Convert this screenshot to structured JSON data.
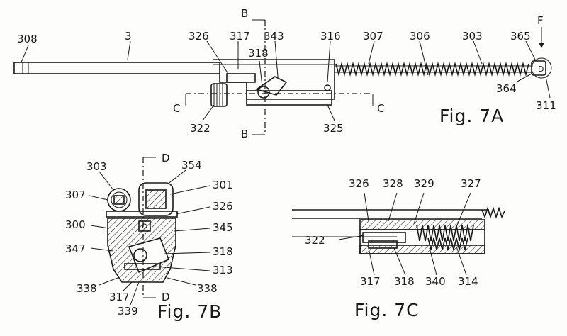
{
  "figures": {
    "fig7a": {
      "caption": "Fig. 7A",
      "labels": [
        "308",
        "3",
        "326",
        "317",
        "343",
        "318",
        "316",
        "307",
        "306",
        "303",
        "365",
        "311",
        "364",
        "322",
        "325"
      ],
      "section_marks": {
        "b_top": "B",
        "b_bottom": "B",
        "c_left": "C",
        "c_right": "C",
        "f": "F",
        "d_circle": "D"
      }
    },
    "fig7b": {
      "caption": "Fig. 7B",
      "labels": [
        "303",
        "354",
        "301",
        "307",
        "326",
        "300",
        "345",
        "347",
        "318",
        "313",
        "338",
        "317",
        "339",
        "338"
      ],
      "section_marks": {
        "d_top": "D",
        "d_bottom": "D"
      }
    },
    "fig7c": {
      "caption": "Fig. 7C",
      "labels": [
        "326",
        "328",
        "329",
        "327",
        "322",
        "317",
        "318",
        "340",
        "314"
      ]
    }
  }
}
